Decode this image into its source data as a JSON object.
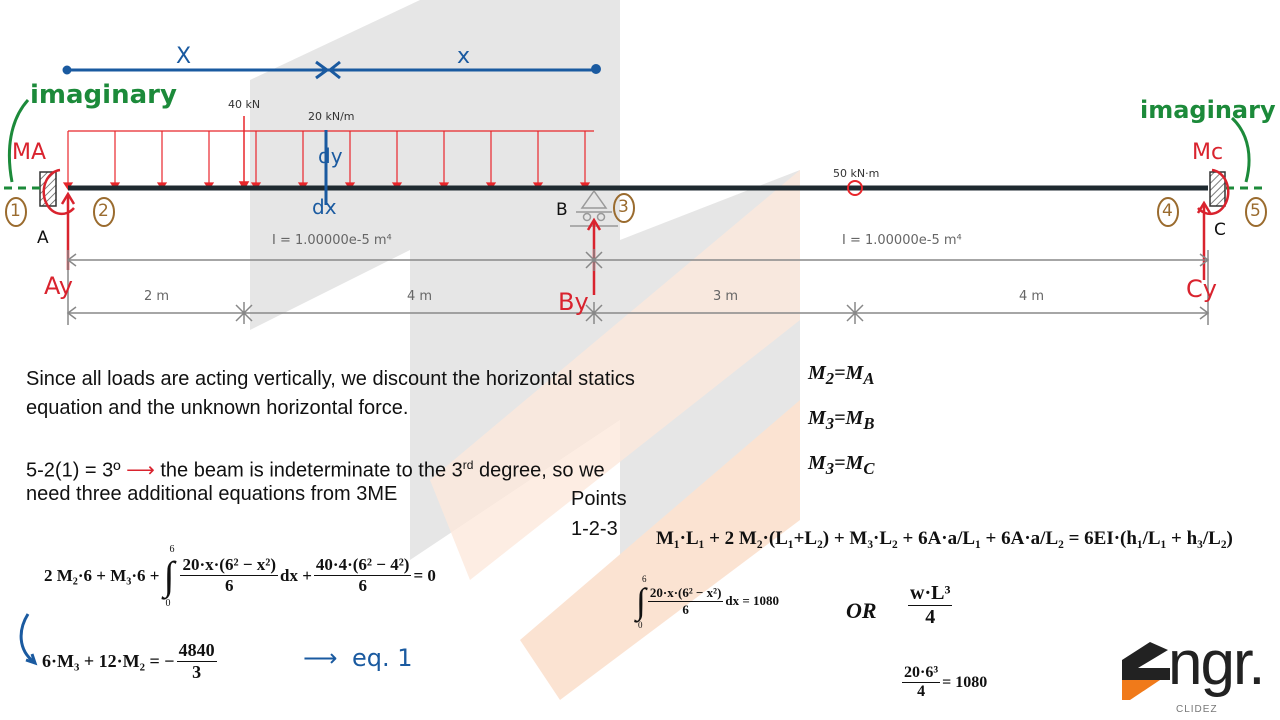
{
  "colors": {
    "beam": "#1f2a30",
    "load": "#e8262b",
    "dim": "#777777",
    "handwriting_blue": "#1a5aa0",
    "handwriting_green": "#1c8a3a",
    "handwriting_red": "#d9232e",
    "node_brown": "#9a6b2e",
    "watermark_gray": "#e4e4e4",
    "watermark_orange": "#fbe3d2",
    "logo_orange": "#f07a1a"
  },
  "diagram": {
    "x_labels": [
      "X",
      "x"
    ],
    "point_load": "40 kN",
    "dist_load": "20 kN/m",
    "moment_load": "50 kN·m",
    "dy": "dy",
    "dx": "dx",
    "imaginary_left": "imaginary",
    "imaginary_right": "imaginary",
    "ma": "MA",
    "mc": "Mc",
    "ay": "Ay",
    "by": "By",
    "cy": "Cy",
    "support_a": "A",
    "support_b": "B",
    "support_c": "C",
    "nodes": [
      "1",
      "2",
      "3",
      "4",
      "5"
    ],
    "inertia": [
      "I = 1.00000e-5 m⁴",
      "I = 1.00000e-5 m⁴"
    ],
    "spans": [
      "2 m",
      "4 m",
      "3 m",
      "4 m"
    ]
  },
  "text": {
    "line1": "Since all loads are acting vertically, we discount the horizontal statics",
    "line2": "equation and the unknown horizontal force.",
    "line3_a": "5-2(1) = 3º",
    "line3_b": "the beam is indeterminate to the 3",
    "line3_sup": "rd",
    "line3_c": " degree, so we",
    "line4": "need three additional equations from 3ME",
    "points": "Points",
    "points_ids": "1-2-3"
  },
  "equations": {
    "m2": [
      "M",
      "2",
      "=",
      "M",
      "A"
    ],
    "m3b": [
      "M",
      "3",
      "=",
      "M",
      "B"
    ],
    "m3c": [
      "M",
      "3",
      "=",
      "M",
      "C"
    ],
    "three_moment": "M₁·L₁ + 2 M₂·(L₁+L₂) + M₃·L₂ + 6A·a/L₁ + 6A·a/L₂ = 6EI·(h₁/L₁ + h₃/L₂)",
    "eq_main_left": "2 M₂·6 + M₃·6 +",
    "eq_main_int_num": "20·x·(6² − x²)",
    "eq_main_int_den": "6",
    "eq_main_int_tail": "dx +",
    "eq_main_frac_num": "40·4·(6² − 4²)",
    "eq_main_frac_den": "6",
    "eq_main_right": "= 0",
    "int_upper": "6",
    "int_lower": "0",
    "eq1_left": "6·M₃ + 12·M₂ = −",
    "eq1_num": "4840",
    "eq1_den": "3",
    "eq1_label": "eq. 1",
    "int_num": "20·x·(6² − x²)",
    "int_den": "6",
    "int_tail": "dx = 1080",
    "or": "OR",
    "wl_num": "w·L³",
    "wl_den": "4",
    "check_num": "20·6³",
    "check_den": "4",
    "check_tail": "= 1080"
  },
  "logo": {
    "text": "ngr.",
    "sub": "CLIDEZ"
  }
}
